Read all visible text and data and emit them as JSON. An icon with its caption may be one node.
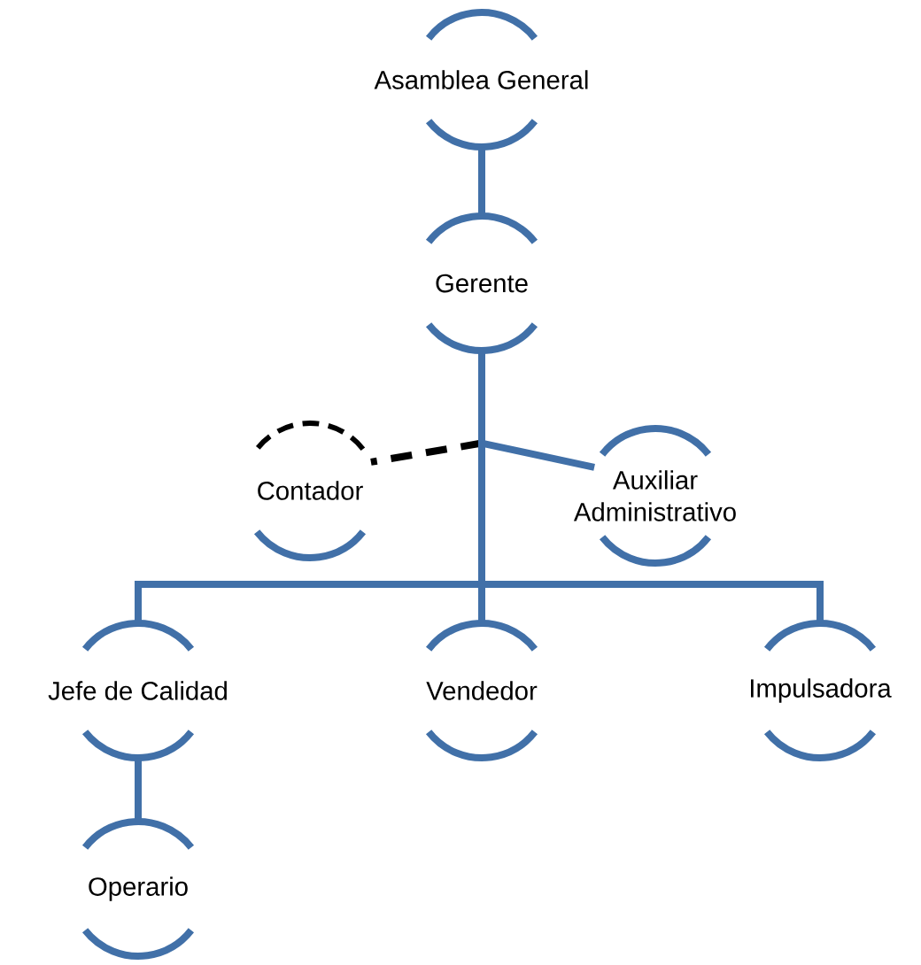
{
  "diagram": {
    "nodes": [
      {
        "text": [
          "Asamblea General"
        ]
      },
      {
        "text": [
          "Gerente"
        ]
      },
      {
        "text": [
          "Contador"
        ]
      },
      {
        "text": [
          "Auxiliar Administrativo"
        ]
      },
      {
        "text": [
          "Jefe de Calidad"
        ]
      },
      {
        "text": [
          "Vendedor"
        ]
      },
      {
        "text": [
          "Impulsadora"
        ]
      },
      {
        "text": [
          "Operario"
        ]
      }
    ],
    "edges": [
      {
        "from": 0,
        "to": 1,
        "arrow": "none"
      },
      {
        "from": 1,
        "to": 2,
        "arrow": "none",
        "style": "dashed",
        "color": "#000000"
      },
      {
        "from": 1,
        "to": 3,
        "arrow": "none"
      },
      {
        "from": 1,
        "to": 4,
        "arrow": "none"
      },
      {
        "from": 1,
        "to": 5,
        "arrow": "none"
      },
      {
        "from": 1,
        "to": 6,
        "arrow": "none"
      },
      {
        "from": 4,
        "to": 7,
        "arrow": "none"
      }
    ]
  }
}
